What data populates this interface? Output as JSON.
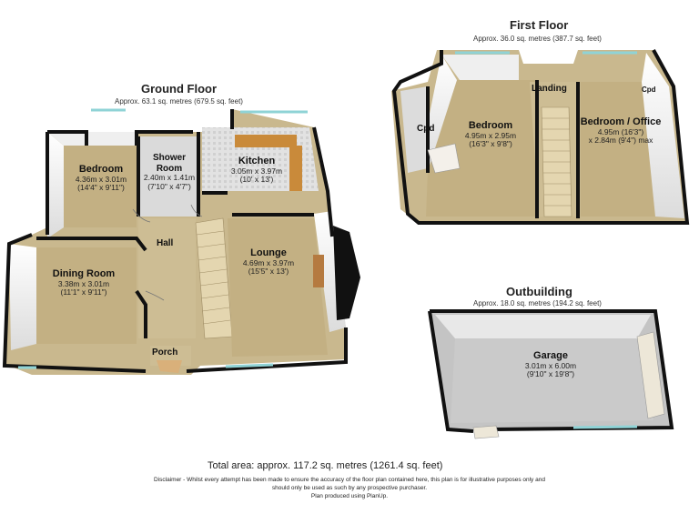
{
  "ground_floor": {
    "title": "Ground Floor",
    "area": "Approx. 63.1 sq. metres (679.5 sq. feet)",
    "rooms": {
      "bedroom": {
        "name": "Bedroom",
        "dim1": "4.36m x 3.01m",
        "dim2": "(14'4\" x 9'11\")"
      },
      "shower": {
        "name": "Shower Room",
        "dim1": "2.40m x 1.41m",
        "dim2": "(7'10\" x 4'7\")"
      },
      "kitchen": {
        "name": "Kitchen",
        "dim1": "3.05m x 3.97m",
        "dim2": "(10' x 13')"
      },
      "dining": {
        "name": "Dining Room",
        "dim1": "3.38m x 3.01m",
        "dim2": "(11'1\" x 9'11\")"
      },
      "lounge": {
        "name": "Lounge",
        "dim1": "4.69m x 3.97m",
        "dim2": "(15'5\" x 13')"
      },
      "hall": {
        "name": "Hall"
      },
      "porch": {
        "name": "Porch"
      }
    }
  },
  "first_floor": {
    "title": "First Floor",
    "area": "Approx. 36.0 sq. metres (387.7 sq. feet)",
    "rooms": {
      "bedroom": {
        "name": "Bedroom",
        "dim1": "4.95m x 2.95m",
        "dim2": "(16'3\" x 9'8\")"
      },
      "office": {
        "name": "Bedroom / Office",
        "dim1": "4.95m (16'3\")",
        "dim2": "x 2.84m (9'4\") max"
      },
      "landing": {
        "name": "Landing"
      },
      "cpd": {
        "name": "Cpd"
      },
      "cpd2": {
        "name": "Cpd"
      }
    }
  },
  "outbuilding": {
    "title": "Outbuilding",
    "area": "Approx. 18.0 sq. metres (194.2 sq. feet)",
    "rooms": {
      "garage": {
        "name": "Garage",
        "dim1": "3.01m x 6.00m",
        "dim2": "(9'10\" x 19'8\")"
      }
    }
  },
  "total_area": "Total area: approx. 117.2 sq. metres (1261.4 sq. feet)",
  "disclaimer": {
    "line1": "Disclaimer - Whilst every attempt has been made to ensure the accuracy of the floor plan contained here, this plan is for illustrative purposes only and",
    "line2": "should only be used as such by any prospective purchaser.",
    "line3": "Plan produced using PlanUp."
  },
  "colors": {
    "wall": "#111111",
    "floor": "#c7b58a",
    "floor_light": "#d4c59d",
    "wall_face": "#f2f2f2",
    "kitchen_floor": "#dedede",
    "garage_floor": "#c9c9c9",
    "window": "#8fd3d6"
  }
}
